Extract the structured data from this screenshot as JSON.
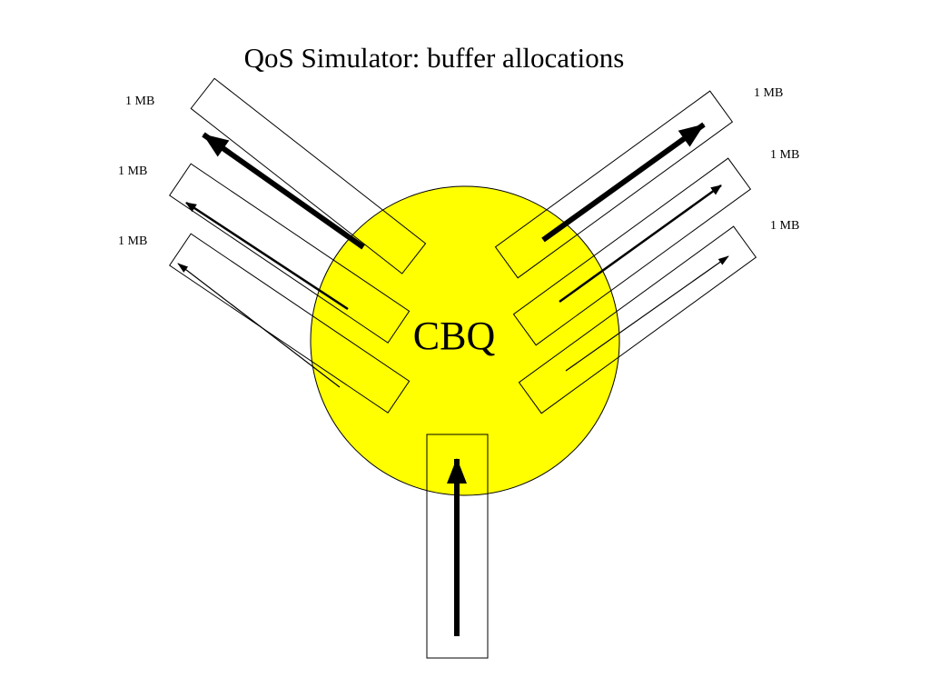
{
  "title": "QoS Simulator: buffer allocations",
  "center_label": "CBQ",
  "colors": {
    "node_fill": "#ffff00",
    "stroke": "#000000",
    "background": "#ffffff"
  },
  "input": {
    "name": "input-queue"
  },
  "output_queues": [
    {
      "id": "left-1",
      "label": "1 MB"
    },
    {
      "id": "left-2",
      "label": "1 MB"
    },
    {
      "id": "left-3",
      "label": "1 MB"
    },
    {
      "id": "right-1",
      "label": "1 MB"
    },
    {
      "id": "right-2",
      "label": "1 MB"
    },
    {
      "id": "right-3",
      "label": "1 MB"
    }
  ]
}
